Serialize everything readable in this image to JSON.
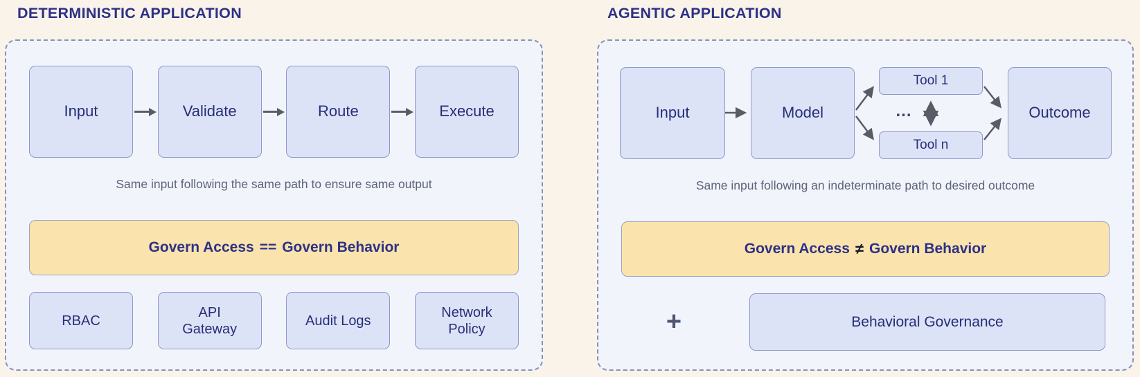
{
  "left": {
    "title": "DETERMINISTIC APPLICATION",
    "flow": [
      "Input",
      "Validate",
      "Route",
      "Execute"
    ],
    "caption": "Same input following the same path to ensure same output",
    "governance": {
      "prefix": "Govern Access",
      "operator": "==",
      "suffix": "Govern Behavior"
    },
    "controls": [
      "RBAC",
      "API Gateway",
      "Audit Logs",
      "Network Policy"
    ]
  },
  "right": {
    "title": "AGENTIC APPLICATION",
    "flow": {
      "input": "Input",
      "model": "Model",
      "tool_top": "Tool 1",
      "tool_bottom": "Tool n",
      "dots": "...",
      "outcome": "Outcome"
    },
    "caption": "Same input following an indeterminate path to desired outcome",
    "governance": {
      "prefix": "Govern Access",
      "operator": "≠",
      "suffix": "Govern Behavior"
    },
    "plus": "+",
    "addition": "Behavioral Governance"
  },
  "palette": {
    "background_cream": "#faf3ea",
    "panel_fill": "#f2f4fb",
    "panel_border": "#8791b6",
    "node_fill": "#dde3f6",
    "node_border": "#8d97ce",
    "text_navy": "#2d3186",
    "highlight_yellow": "#fae3ad",
    "arrow_gray": "#575c66"
  }
}
